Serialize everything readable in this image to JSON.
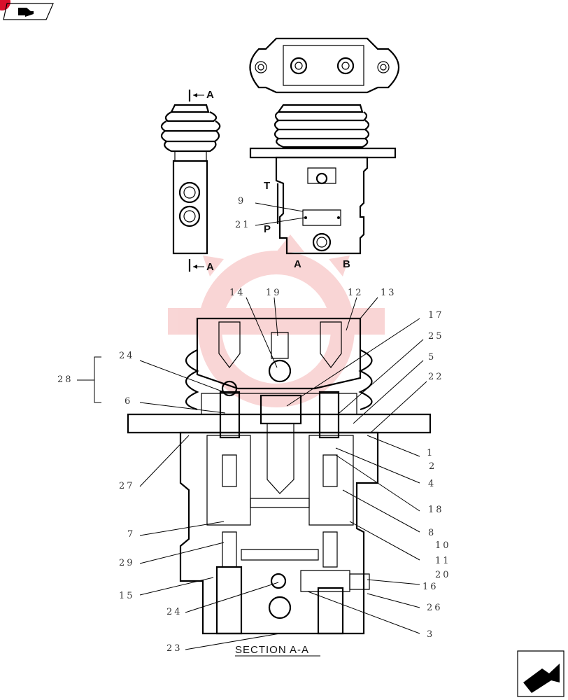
{
  "toolbar": {
    "back_icon": "back-arrow-icon",
    "next_icon": "forward-arrow-icon"
  },
  "views": {
    "section_marker": "A",
    "ports": {
      "t": "T",
      "p": "P",
      "a": "A",
      "b": "B"
    }
  },
  "section_title": "SECTION A-A",
  "callouts": {
    "c9": "9",
    "c21": "21",
    "c14": "14",
    "c19": "19",
    "c12": "12",
    "c13": "13",
    "c17": "17",
    "c25": "25",
    "c5": "5",
    "c22": "22",
    "c24a": "24",
    "c28": "28",
    "c6": "6",
    "c1": "1",
    "c2": "2",
    "c4": "4",
    "c27": "27",
    "c18": "18",
    "c7": "7",
    "c8": "8",
    "c10": "10",
    "c29": "29",
    "c11": "11",
    "c20": "20",
    "c15": "15",
    "c16": "16",
    "c24b": "24",
    "c26": "26",
    "c3": "3",
    "c23": "23"
  },
  "colors": {
    "line": "#000000",
    "watermark": "#f2b7b7",
    "badge": "#d9102b"
  }
}
